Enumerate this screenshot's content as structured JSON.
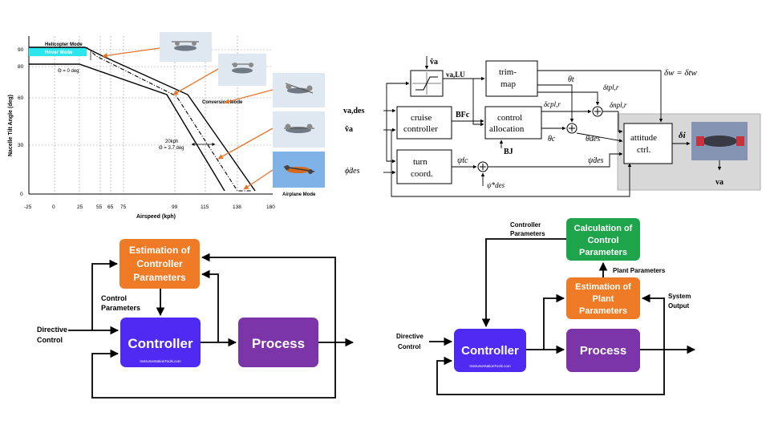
{
  "tilt_chart": {
    "type": "line",
    "ylabel": "Nacelle Tilt Angle (deg)",
    "xlabel": "Airspeed (kph)",
    "x_ticks": [
      "-25",
      "0",
      "25",
      "55",
      "65",
      "75",
      "99",
      "115",
      "138",
      "180"
    ],
    "y_ticks": [
      "0",
      "30",
      "60",
      "80",
      "90"
    ],
    "labels": {
      "helicopter": "Helicopter Mode",
      "hover": "Hover Mode",
      "theta0": "Θ = 0 deg",
      "conversion": "Conversion Mode",
      "kph20": "20kph",
      "theta37": "Θ = 3.7 deg",
      "airplane": "Airplane Mode"
    },
    "colors": {
      "hover_fill": "#2ce6ee",
      "arrow": "#e8762d",
      "sky": "#7fb2e6"
    },
    "icons": [
      "helicopter-photo",
      "transition-photo",
      "conversion-photo",
      "low-tilt-photo",
      "airplane-photo"
    ]
  },
  "flight_control": {
    "blocks": {
      "trim": [
        "trim-",
        "map"
      ],
      "cruise": [
        "cruise",
        "controller"
      ],
      "control": [
        "control",
        "allocation"
      ],
      "turn": [
        "turn",
        "coord."
      ],
      "attitude": [
        "attitude",
        "ctrl."
      ]
    },
    "signals": {
      "va_top": "v̂a",
      "va_lu": "va,LU",
      "va_des": "va,des",
      "va_hat": "v̂a",
      "phi_des": "ϕ̇des",
      "fc": "BFc",
      "bj": "BJ",
      "theta_t": "θt",
      "delta_c": "δcpl,r",
      "delta_t": "δtpl,r",
      "delta_n": "δnpl,r",
      "theta_c": "θc",
      "theta_des": "θdes",
      "psi_des": "ψ̇des",
      "psi_tc": "ψ̇tc",
      "psi_star": "ψ̇*des",
      "delta_w": "δw = δtw",
      "delta_i": "δi",
      "va_out": "va"
    },
    "icons": [
      "aircraft-photo"
    ]
  },
  "adaptive_left": {
    "blocks": {
      "estimation": [
        "Estimation of",
        "Controller",
        "Parameters"
      ],
      "controller": "Controller",
      "process": "Process"
    },
    "labels": {
      "control_params": [
        "Control",
        "Parameters"
      ],
      "directive": [
        "Directive",
        "Control"
      ],
      "watermark": "InstrumentationTools.com"
    },
    "colors": {
      "orange": "#f07b26",
      "blue": "#4f2af2",
      "purple": "#7b35a8"
    }
  },
  "adaptive_right": {
    "blocks": {
      "calculation": [
        "Calculation of",
        "Control",
        "Parameters"
      ],
      "estimation": [
        "Estimation of",
        "Plant",
        "Parameters"
      ],
      "controller": "Controller",
      "process": "Process"
    },
    "labels": {
      "controller_params": [
        "Controller",
        "Parameters"
      ],
      "plant_params": "Plant Parameters",
      "system_output": [
        "System",
        "Output"
      ],
      "directive": [
        "Directive",
        "Control"
      ],
      "watermark": "InstrumentationTools.com"
    },
    "colors": {
      "green": "#1ea44a",
      "orange": "#f07b26",
      "blue": "#4f2af2",
      "purple": "#7b35a8"
    }
  }
}
